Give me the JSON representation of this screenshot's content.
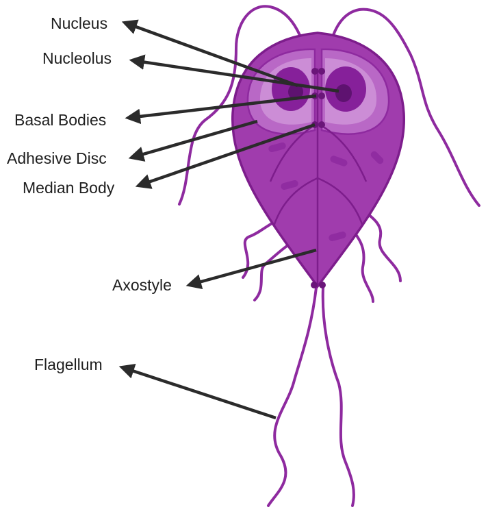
{
  "labels": {
    "nucleus": "Nucleus",
    "nucleolus": "Nucleolus",
    "basal_bodies": "Basal Bodies",
    "adhesive_disc": "Adhesive Disc",
    "median_body": "Median Body",
    "axostyle": "Axostyle",
    "flagellum": "Flagellum"
  },
  "colors": {
    "body": "#a03cad",
    "body_outline": "#7d1d8c",
    "disc": "#b968c6",
    "disc_inner": "#cc8dd6",
    "nucleus": "#86209a",
    "nucleolus": "#5e1270",
    "flagella": "#8e2a9f",
    "arrow": "#2b2b2b",
    "text": "#1f1f1f"
  }
}
